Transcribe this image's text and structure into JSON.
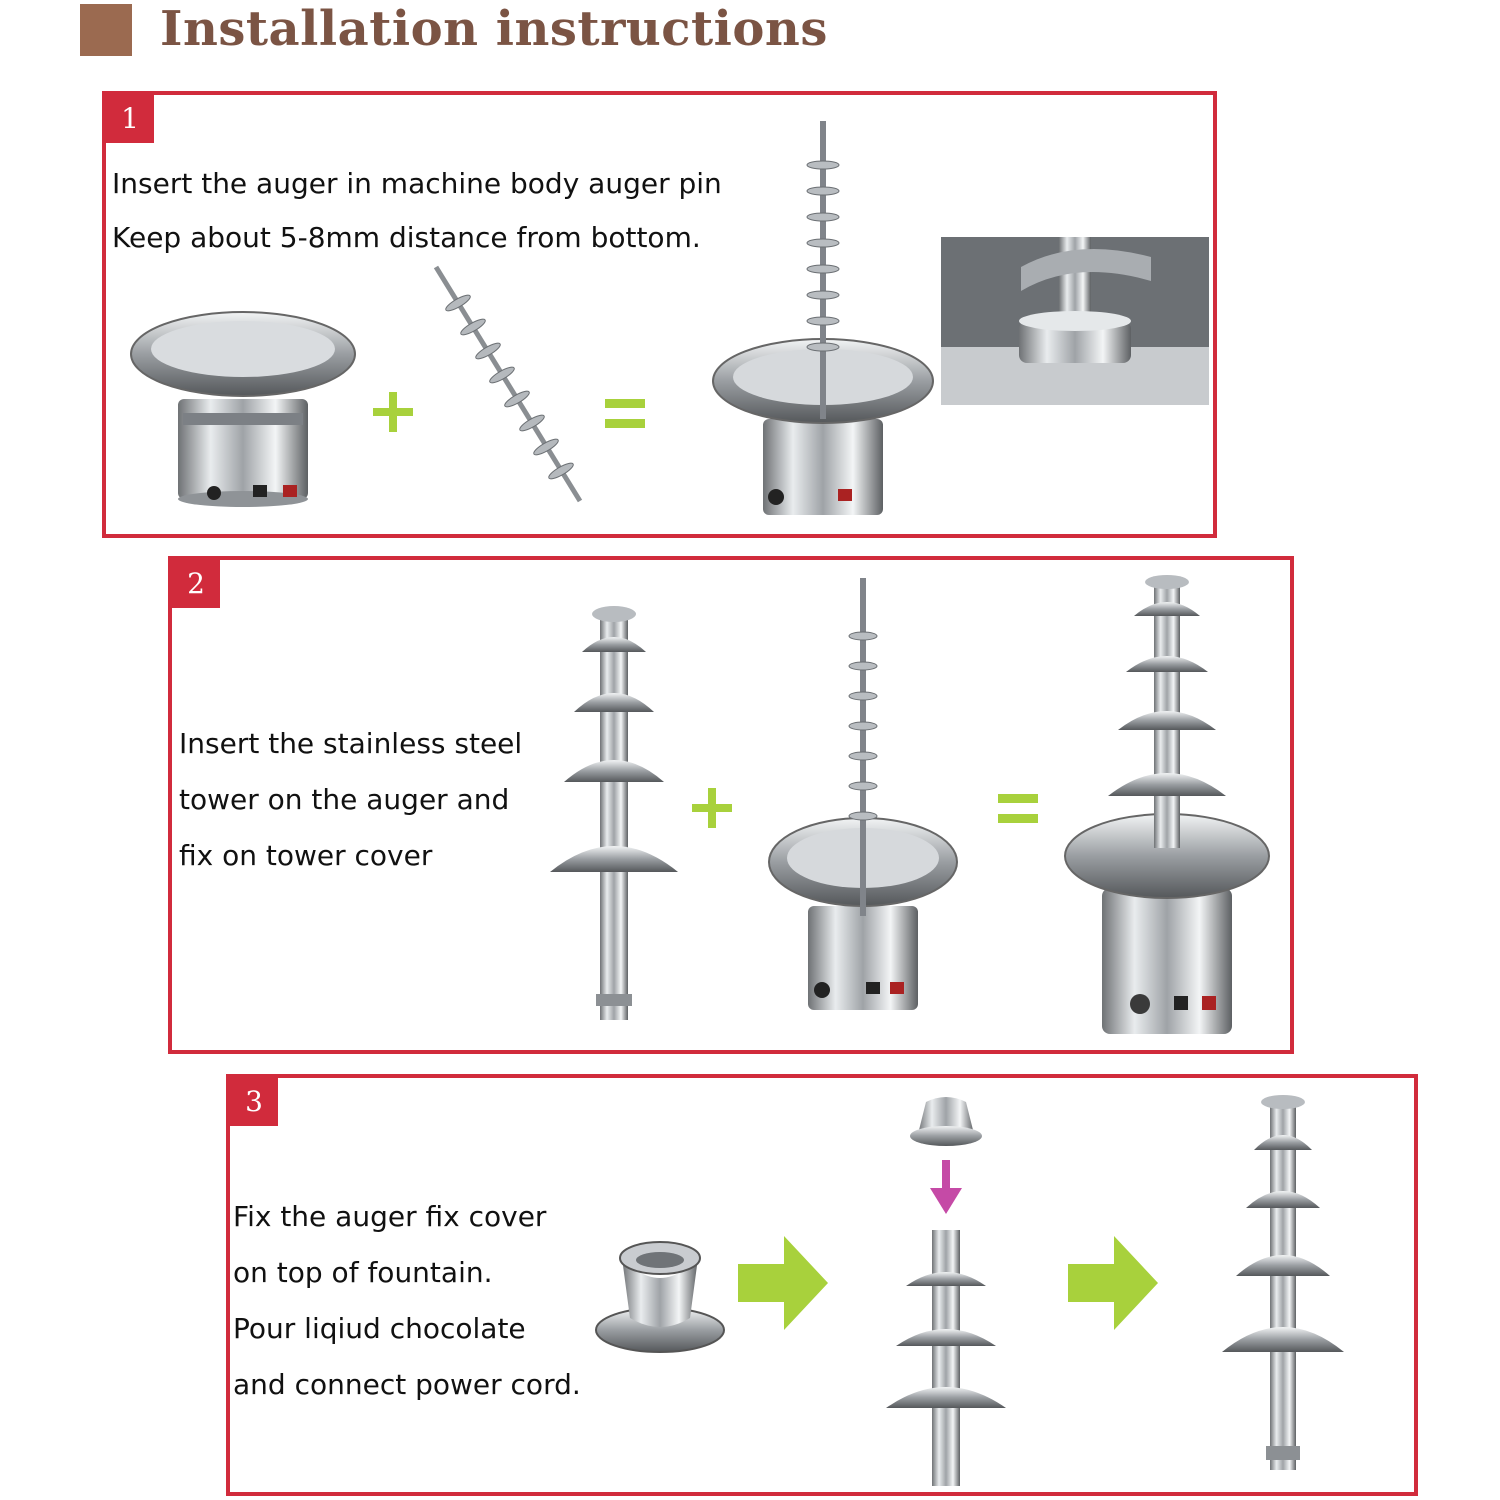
{
  "header": {
    "title": "Installation instructions"
  },
  "colors": {
    "accent_red": "#d12b3c",
    "header_square": "#9b6a50",
    "title_text": "#7b5444",
    "operator_green": "#a8d13c",
    "arrow_magenta": "#c54aa6"
  },
  "icons": {
    "plus": "plus-icon",
    "equals": "equals-icon",
    "arrow_right": "arrow-right-icon",
    "arrow_down": "arrow-down-icon"
  },
  "steps": [
    {
      "number": "1",
      "lines": [
        "Insert the auger in machine body auger pin",
        "Keep about 5-8mm distance from bottom."
      ]
    },
    {
      "number": "2",
      "lines": [
        "Insert the stainless steel",
        "tower on the auger and",
        "fix on tower cover"
      ]
    },
    {
      "number": "3",
      "lines": [
        "Fix the auger fix cover",
        "on top of fountain.",
        "Pour liqiud chocolate",
        "and connect power cord."
      ]
    }
  ]
}
